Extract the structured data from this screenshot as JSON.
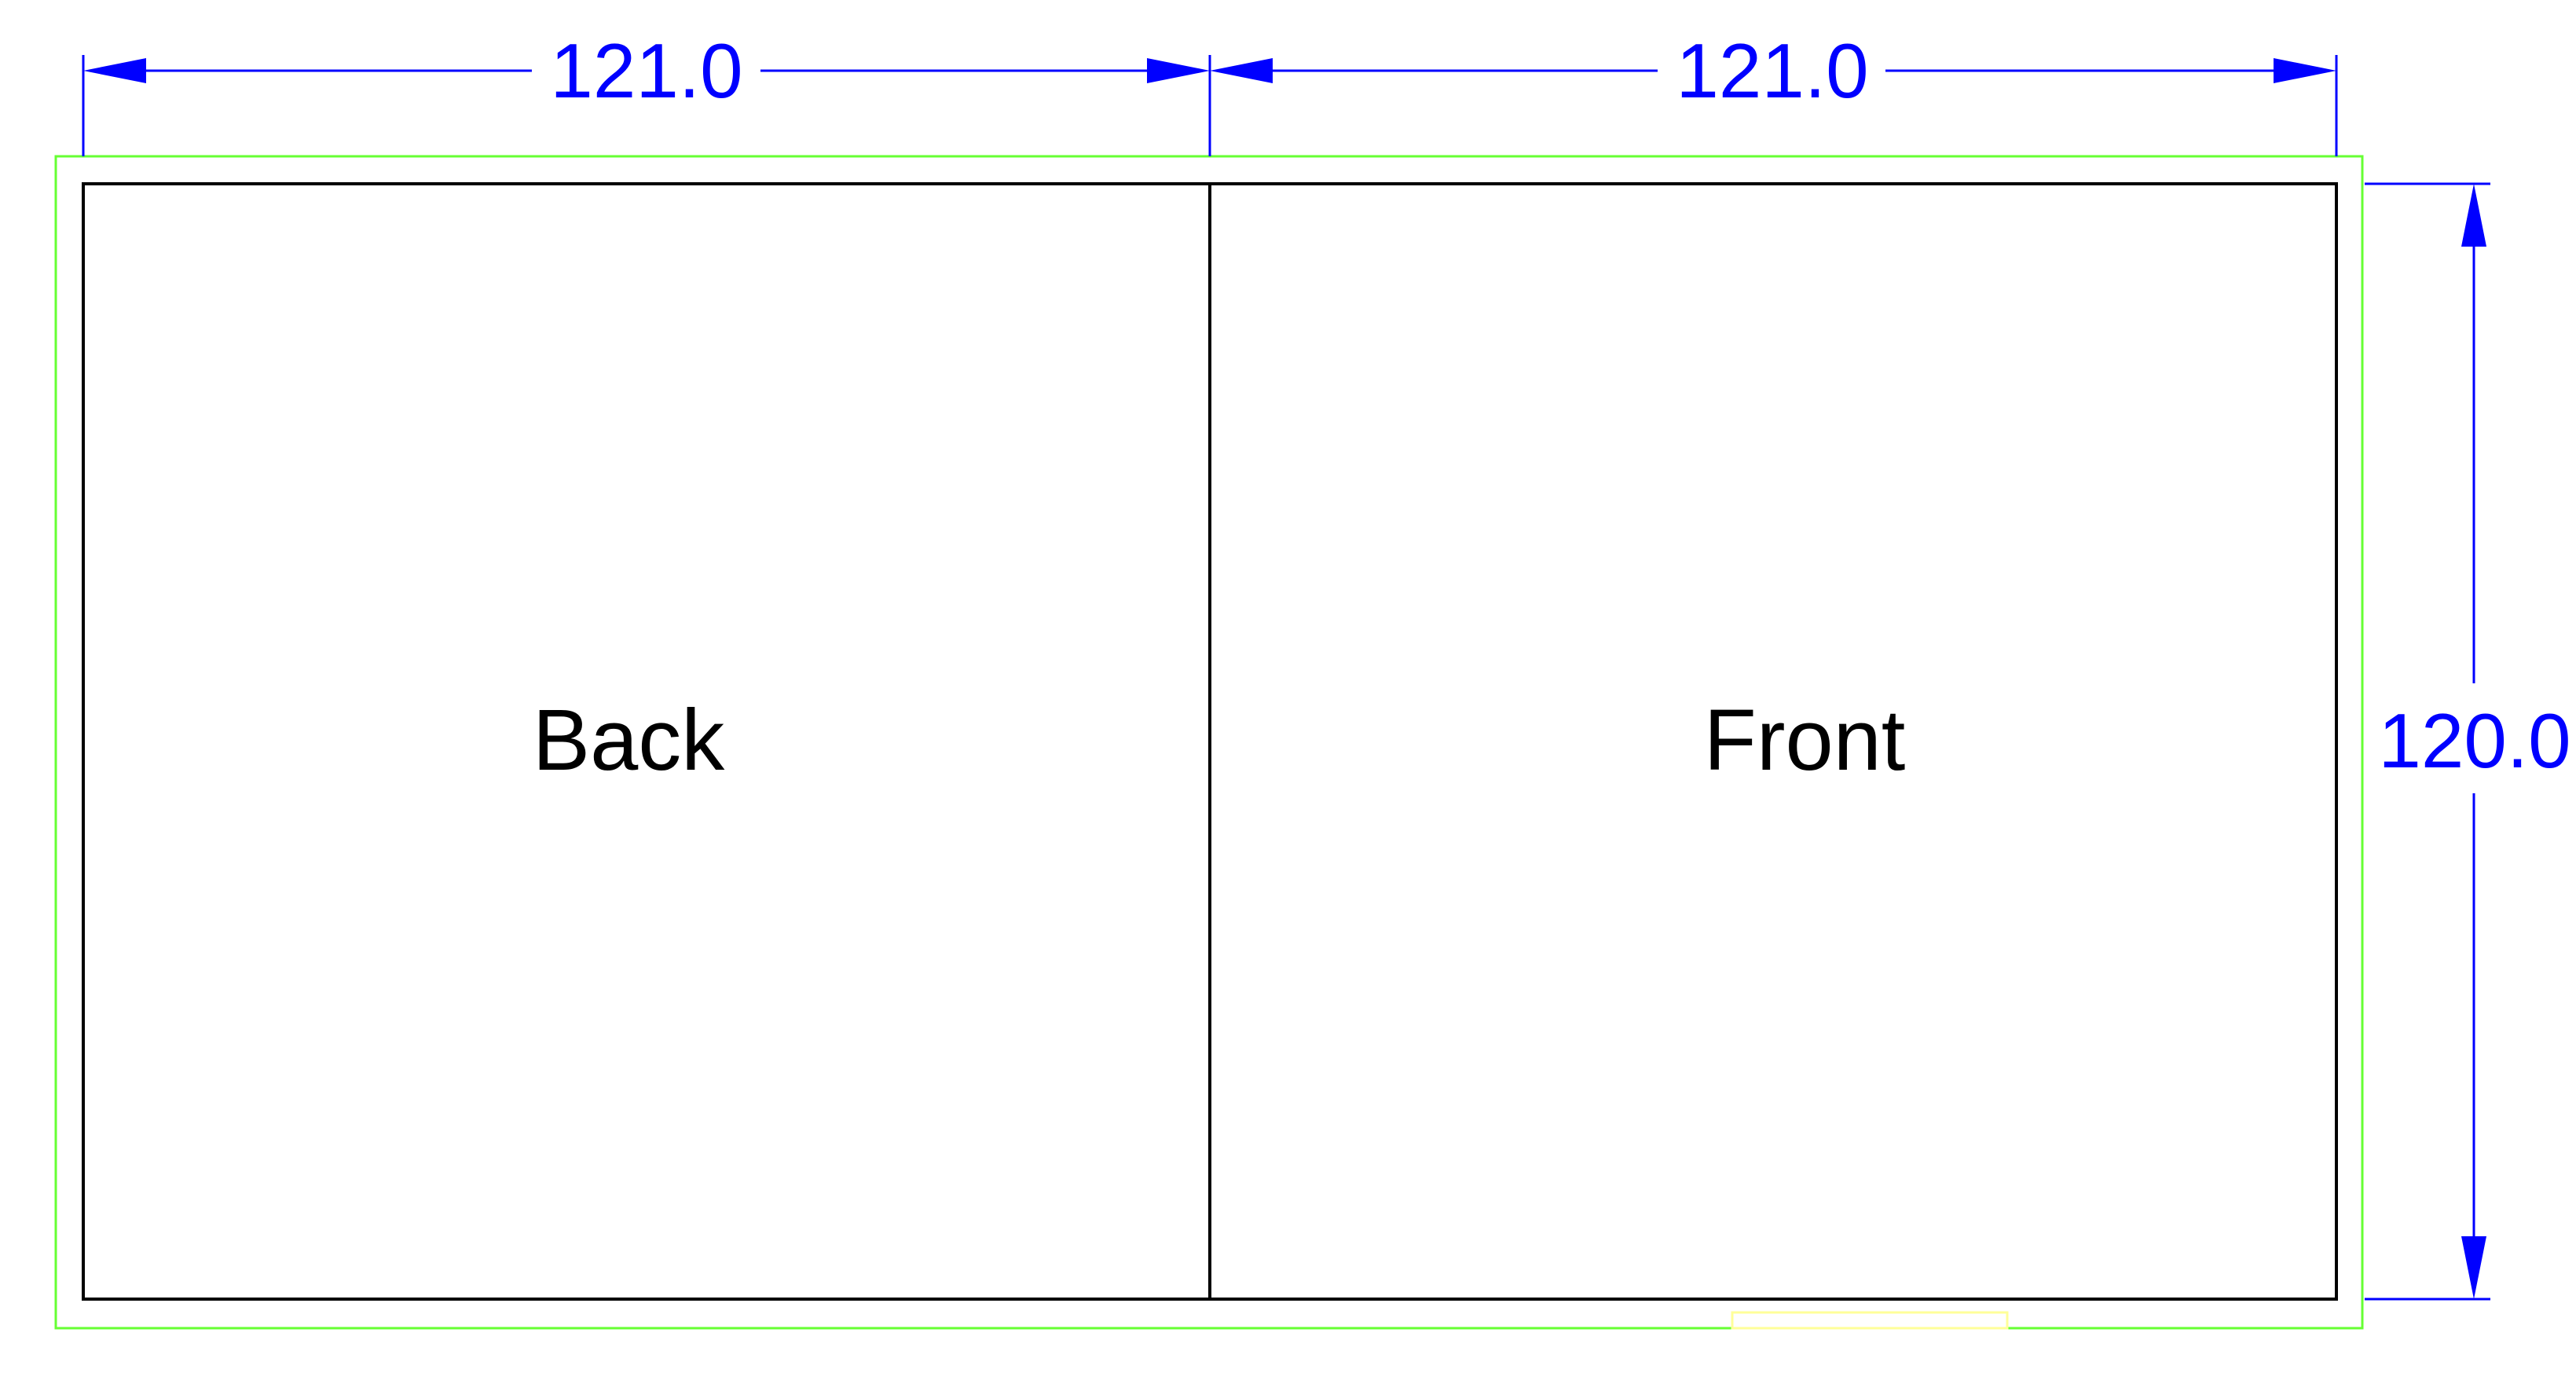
{
  "colors": {
    "dimension": "#0000ff",
    "outline": "#000000",
    "bleed": "#66ff33",
    "tab": "#ffff99",
    "background": "#ffffff"
  },
  "dimensions": {
    "back_width": "121.0",
    "front_width": "121.0",
    "height": "120.0"
  },
  "panels": {
    "back_label": "Back",
    "front_label": "Front"
  }
}
